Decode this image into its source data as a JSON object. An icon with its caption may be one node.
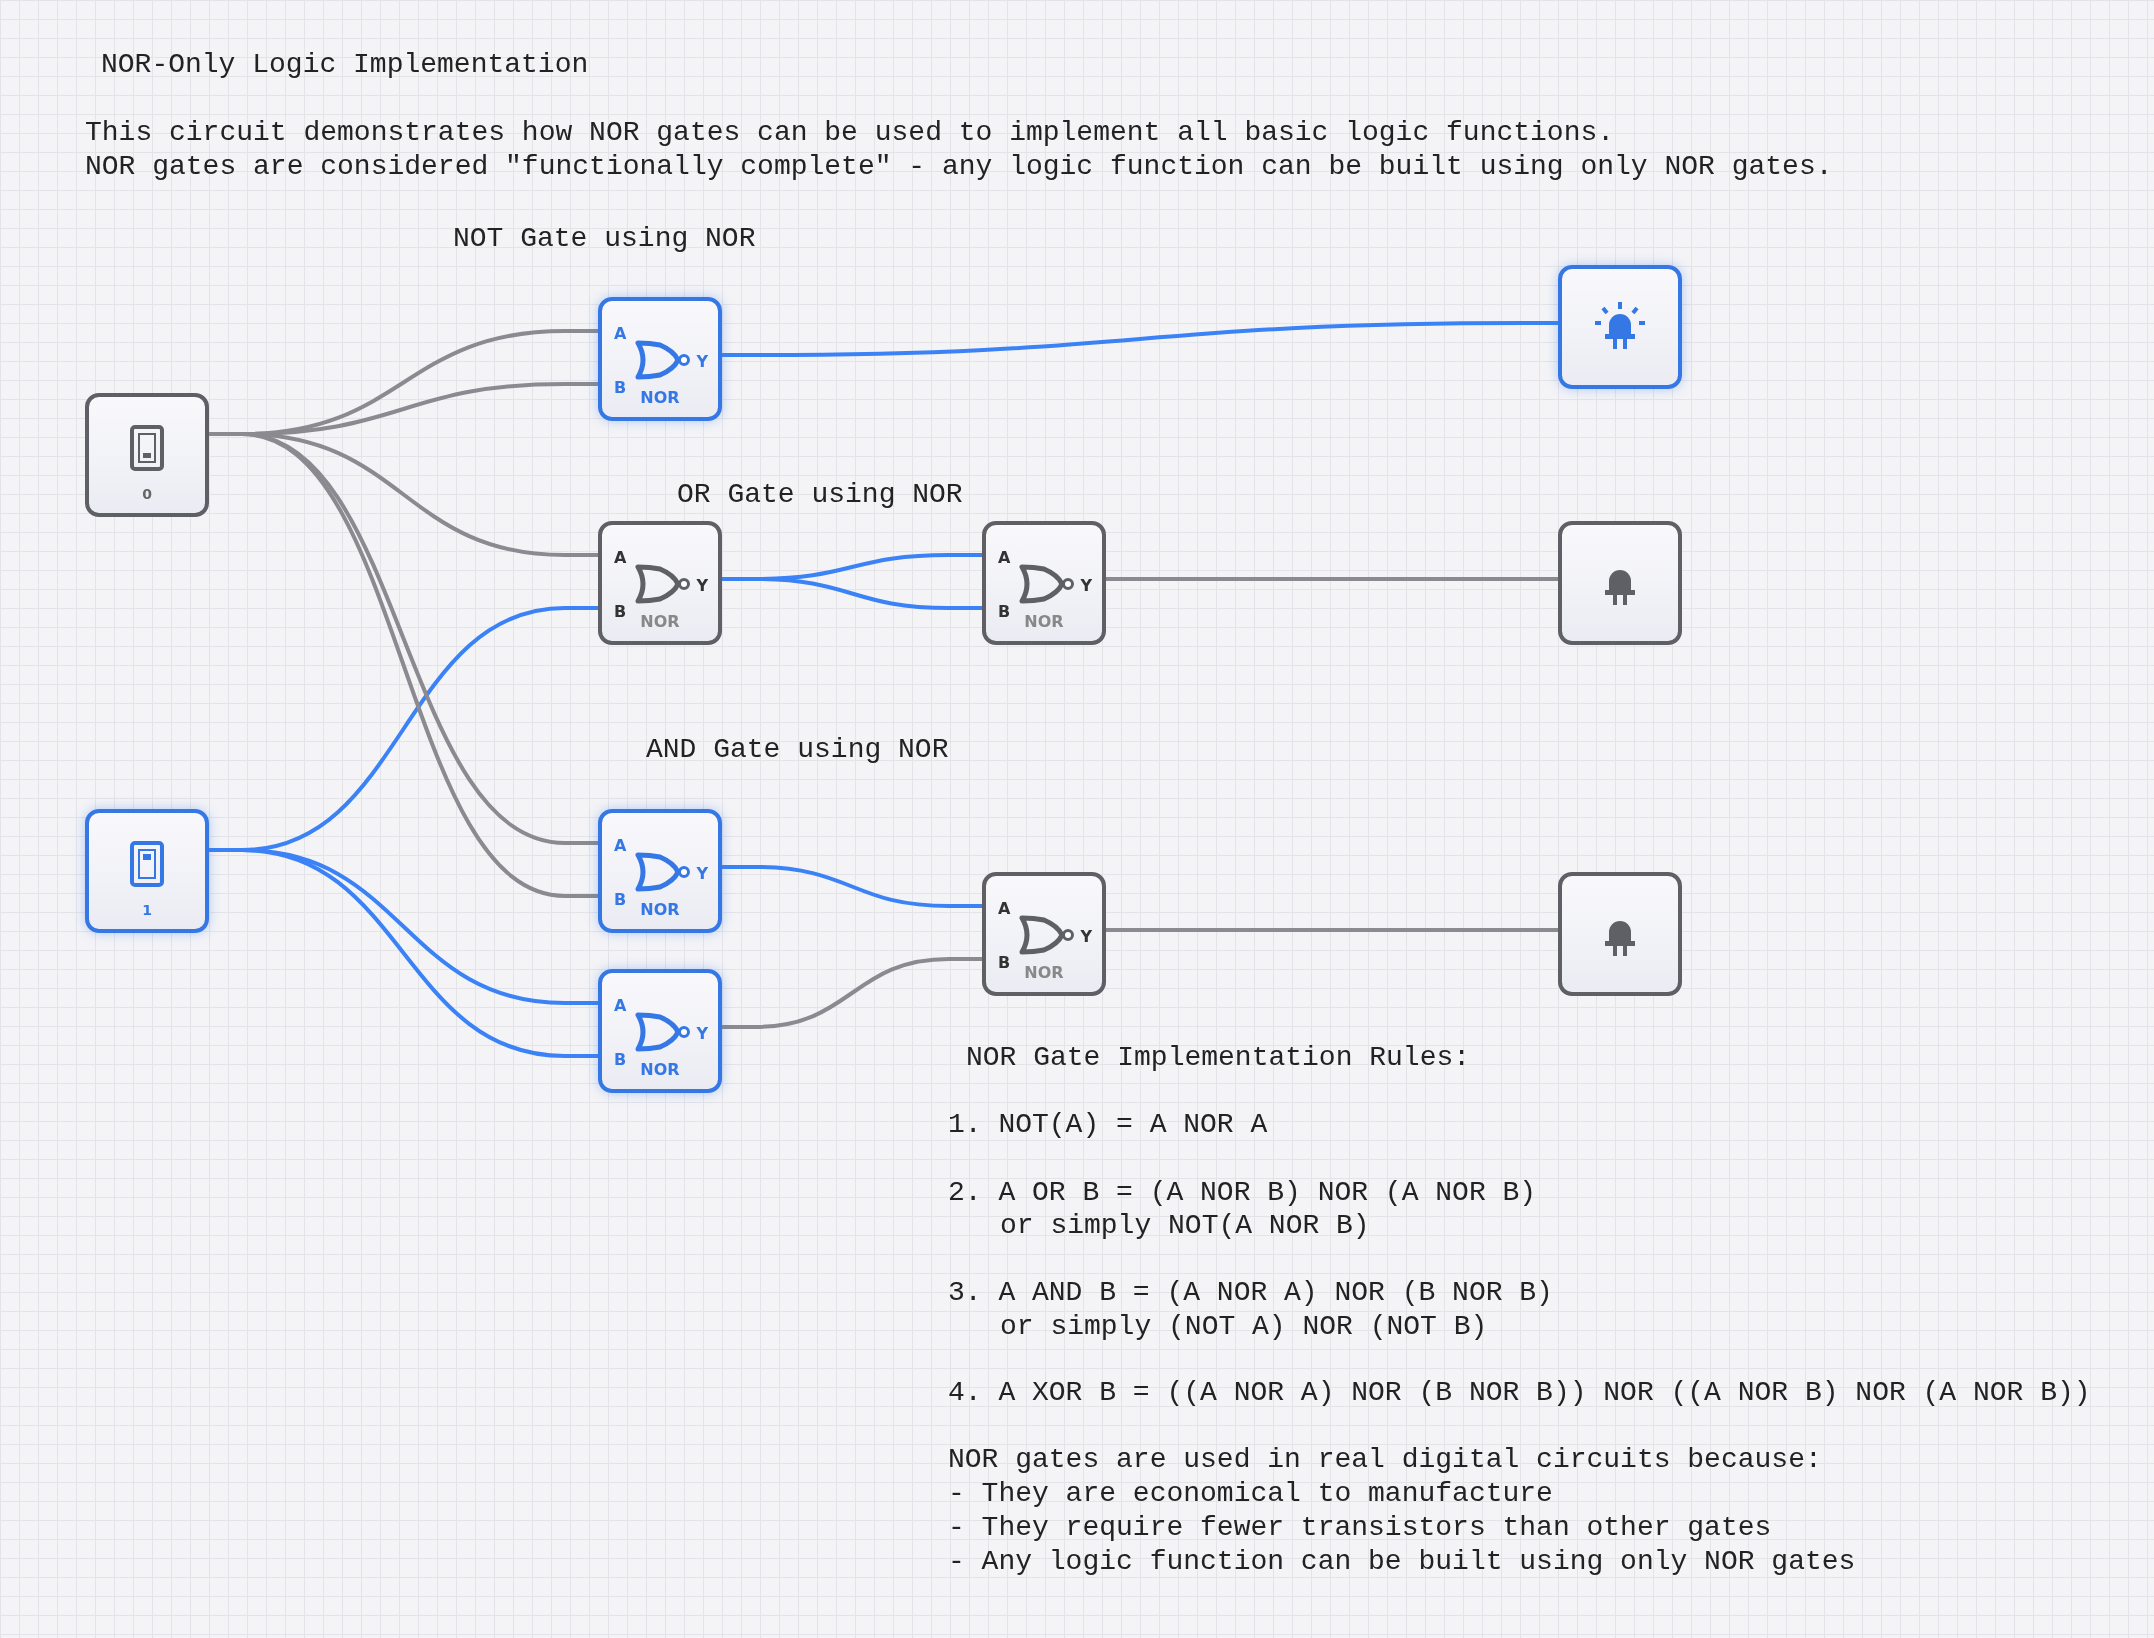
{
  "diagram": {
    "title": "NOR-Only Logic Implementation",
    "nodes": [
      {
        "text": [
          "0"
        ]
      },
      {
        "text": [
          "1"
        ]
      },
      {
        "text": [
          "A",
          "B",
          "Y",
          "NOR"
        ]
      },
      {
        "text": [],
        "shape": "box"
      },
      {
        "text": [
          "A",
          "B",
          "Y",
          "NOR"
        ]
      },
      {
        "text": [
          "A",
          "B",
          "Y",
          "NOR"
        ]
      },
      {
        "text": [],
        "shape": "box"
      },
      {
        "text": [
          "A",
          "B",
          "Y",
          "NOR"
        ]
      },
      {
        "text": [
          "A",
          "B",
          "Y",
          "NOR"
        ]
      },
      {
        "text": [
          "A",
          "B",
          "Y",
          "NOR"
        ]
      },
      {
        "text": [],
        "shape": "box"
      }
    ],
    "edges": [
      {
        "from": 0,
        "to": 2,
        "arrow": "none"
      },
      {
        "from": 0,
        "to": 2,
        "arrow": "none"
      },
      {
        "from": 2,
        "to": 3,
        "arrow": "none",
        "color": "#3b82f6"
      },
      {
        "from": 0,
        "to": 4,
        "arrow": "none"
      },
      {
        "from": 1,
        "to": 4,
        "arrow": "none",
        "color": "#3b82f6"
      },
      {
        "from": 4,
        "to": 5,
        "arrow": "none",
        "color": "#3b82f6"
      },
      {
        "from": 4,
        "to": 5,
        "arrow": "none",
        "color": "#3b82f6"
      },
      {
        "from": 5,
        "to": 6,
        "arrow": "none"
      },
      {
        "from": 0,
        "to": 7,
        "arrow": "none"
      },
      {
        "from": 0,
        "to": 7,
        "arrow": "none"
      },
      {
        "from": 1,
        "to": 8,
        "arrow": "none",
        "color": "#3b82f6"
      },
      {
        "from": 1,
        "to": 8,
        "arrow": "none",
        "color": "#3b82f6"
      },
      {
        "from": 7,
        "to": 9,
        "arrow": "none",
        "color": "#3b82f6"
      },
      {
        "from": 8,
        "to": 9,
        "arrow": "none"
      },
      {
        "from": 9,
        "to": 10,
        "arrow": "none"
      }
    ],
    "labels": [
      "This circuit demonstrates how NOR gates can be used to implement all basic logic functions.",
      "NOR gates are considered \"functionally complete\" - any logic function can be built using only NOR gates.",
      "NOT Gate using NOR",
      "OR Gate using NOR",
      "AND Gate using NOR",
      "NOR Gate Implementation Rules:",
      "1. NOT(A) = A NOR A",
      "2. A OR B = (A NOR B) NOR (A NOR B)",
      "or simply NOT(A NOR B)",
      "3. A AND B = (A NOR A) NOR (B NOR B)",
      "or simply (NOT A) NOR (NOT B)",
      "4. A XOR B = ((A NOR A) NOR (B NOR B)) NOR ((A NOR B) NOR (A NOR B))",
      "NOR gates are used in real digital circuits because:",
      "- They are economical to manufacture",
      "- They require fewer transistors than other gates",
      "- Any logic function can be built using only NOR gates"
    ]
  }
}
